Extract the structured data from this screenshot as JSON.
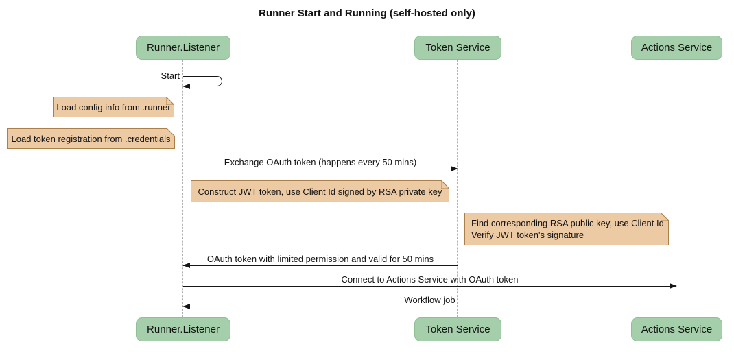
{
  "diagram": {
    "title": "Runner Start and Running (self-hosted only)",
    "participants": [
      {
        "id": "runner-listener",
        "label": "Runner.Listener"
      },
      {
        "id": "token-service",
        "label": "Token Service"
      },
      {
        "id": "actions-service",
        "label": "Actions Service"
      }
    ],
    "self_message": {
      "on": "Runner.Listener",
      "label": "Start"
    },
    "notes": [
      {
        "over": "left of Runner.Listener",
        "text": "Load config info from .runner"
      },
      {
        "over": "left of Runner.Listener",
        "text": "Load token registration from .credentials"
      },
      {
        "over": "Runner.Listener to Token Service",
        "text": "Construct JWT token, use Client Id signed by RSA private key"
      },
      {
        "over": "Token Service to Actions Service",
        "line1": "Find corresponding RSA public key, use Client Id",
        "line2": "Verify JWT token's signature"
      }
    ],
    "messages": [
      {
        "from": "Runner.Listener",
        "to": "Token Service",
        "label": "Exchange OAuth token (happens every 50 mins)"
      },
      {
        "from": "Token Service",
        "to": "Runner.Listener",
        "label": "OAuth token with limited permission and valid for 50 mins"
      },
      {
        "from": "Runner.Listener",
        "to": "Actions Service",
        "label": "Connect to Actions Service with OAuth token"
      },
      {
        "from": "Actions Service",
        "to": "Runner.Listener",
        "label": "Workflow job"
      }
    ],
    "colors": {
      "participant_fill": "#a5cfaa",
      "participant_border": "#8fbf97",
      "note_fill": "#eccaa4",
      "note_border": "#aa7f4a",
      "lifeline": "#b0b0b0",
      "arrow": "#161616"
    }
  }
}
